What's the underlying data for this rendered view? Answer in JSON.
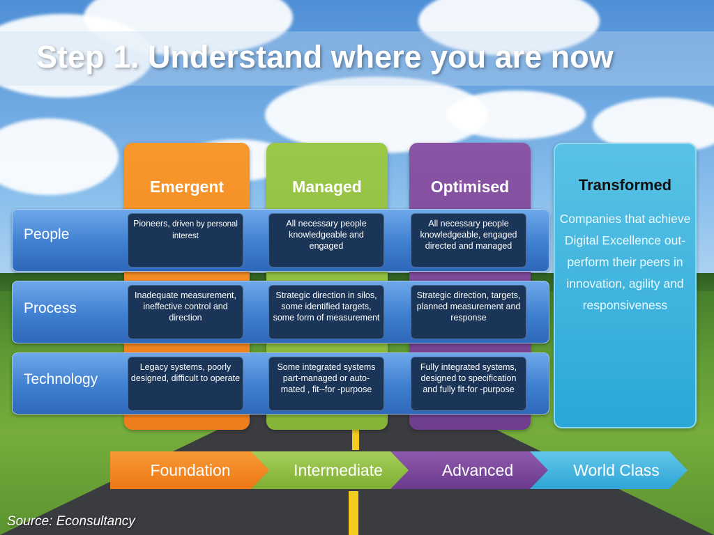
{
  "title": "Step 1. Understand where you are now",
  "stages": {
    "emergent": "Emergent",
    "managed": "Managed",
    "optimised": "Optimised",
    "transformed": "Transformed",
    "transformed_description": "Companies that achieve Digital Excellence out-perform their peers in innovation, agility and responsiveness"
  },
  "dimensions": {
    "people": {
      "label": "People",
      "emergent_main": "Pioneers,",
      "emergent_small": " driven by personal interest",
      "managed": "All necessary people knowledgeable and engaged",
      "optimised": "All necessary people knowledgeable, engaged directed and managed"
    },
    "process": {
      "label": "Process",
      "emergent": "Inadequate measurement, ineffective control and direction",
      "managed": "Strategic direction in silos, some identified targets, some form of measurement",
      "optimised": "Strategic direction, targets, planned measurement  and response"
    },
    "technology": {
      "label": "Technology",
      "emergent": "Legacy systems, poorly designed, difficult to operate",
      "managed": "Some integrated systems part-managed or auto-mated , fit--for -purpose",
      "optimised": "Fully integrated systems, designed to specification and fully fit-for -purpose"
    }
  },
  "levels": [
    "Foundation",
    "Intermediate",
    "Advanced",
    "World Class"
  ],
  "source": "Source: Econsultancy",
  "colors": {
    "emergent": "#ee7d1b",
    "managed": "#86b436",
    "optimised": "#6f3d8e",
    "transformed": "#2aa7d6",
    "row_blue": "#3f7fd0",
    "cell_navy": "#1b3558"
  }
}
